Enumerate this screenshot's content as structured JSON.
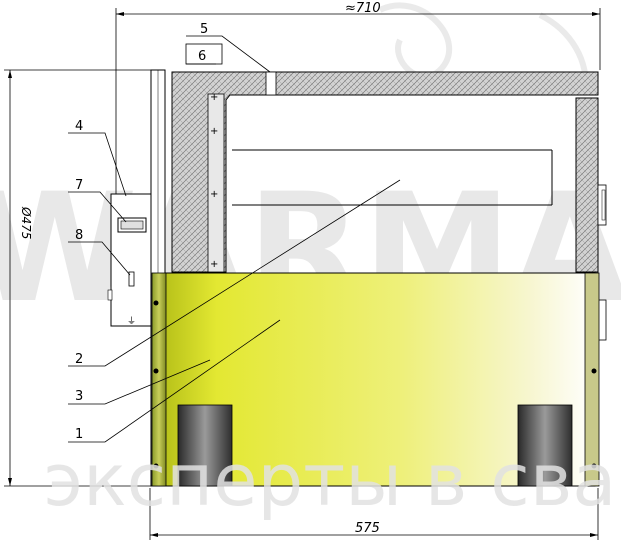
{
  "watermark": {
    "logo_text": "WARMA",
    "tagline": "эксперты в сва"
  },
  "dimensions": {
    "width_top": "≈710",
    "width_bottom": "575",
    "height_left": "Ø475"
  },
  "callouts": {
    "c1": "1",
    "c2": "2",
    "c3": "3",
    "c4": "4",
    "c5": "5",
    "c6": "6",
    "c7": "7",
    "c8": "8"
  },
  "colors": {
    "insulation": "#cfcfcf",
    "glass_yellow": "#e8ec3a",
    "line": "#000000",
    "watermark": "#e4e4e4"
  }
}
